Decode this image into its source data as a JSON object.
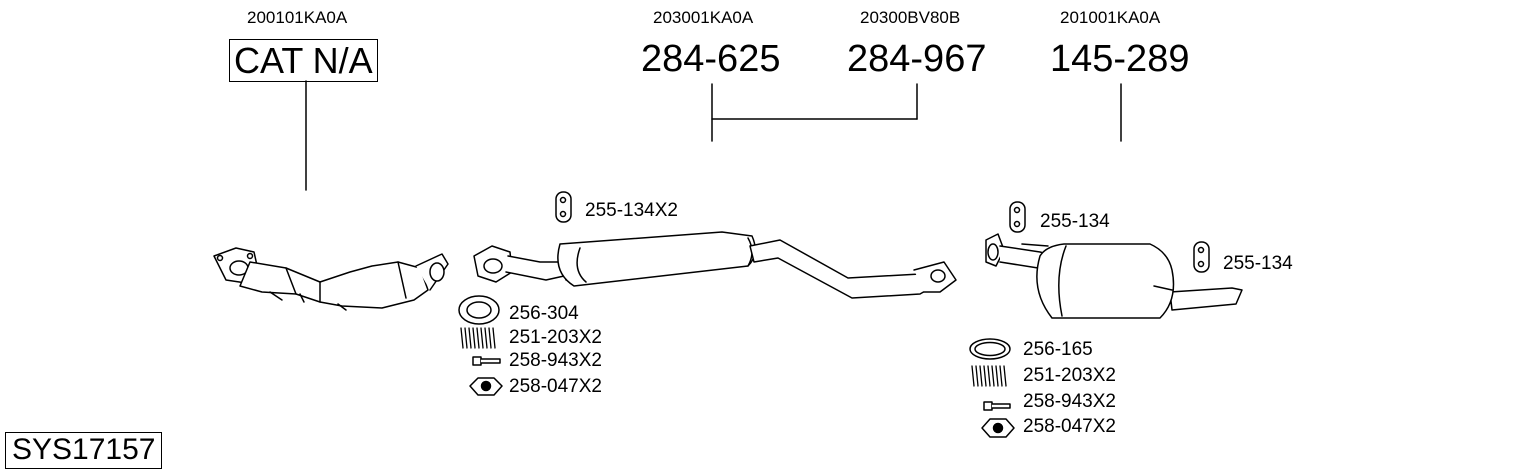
{
  "oem_numbers": {
    "cat": "200101KA0A",
    "front_pipe": "203001KA0A",
    "center": "20300BV80B",
    "rear": "201001KA0A"
  },
  "main_parts": {
    "cat": "CAT N/A",
    "front_pipe": "284-625",
    "center": "284-967",
    "rear": "145-289"
  },
  "fittings": {
    "mid_hanger": "255-134X2",
    "mid_gasket": "256-304",
    "mid_spring": "251-203X2",
    "mid_bolt": "258-943X2",
    "mid_nut": "258-047X2",
    "rear_hanger_left": "255-134",
    "rear_hanger_right": "255-134",
    "rear_gasket": "256-165",
    "rear_spring": "251-203X2",
    "rear_bolt": "258-943X2",
    "rear_nut": "258-047X2"
  },
  "system_id": "SYS17157"
}
